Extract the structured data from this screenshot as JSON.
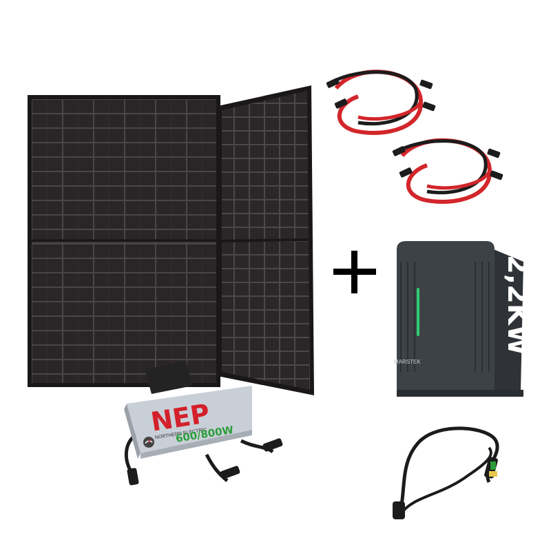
{
  "inverter": {
    "brand_initials": "NEP",
    "brand_name": "NORTHERN ELECTRIC",
    "power_rating": "600/800W"
  },
  "battery": {
    "capacity": "2,2KW",
    "brand": "MARSTEK"
  },
  "plus_symbol": "+",
  "colors": {
    "panel_frame": "#1a1718",
    "panel_cell": "#2a2627",
    "cable_red": "#d2262b",
    "cable_black": "#1c1c1c",
    "battery_body": "#3d4247",
    "battery_led": "#2ecc71",
    "inverter_body": "#c9cfd6",
    "nep_red": "#d3202a",
    "nep_green": "#2a9d3a"
  }
}
